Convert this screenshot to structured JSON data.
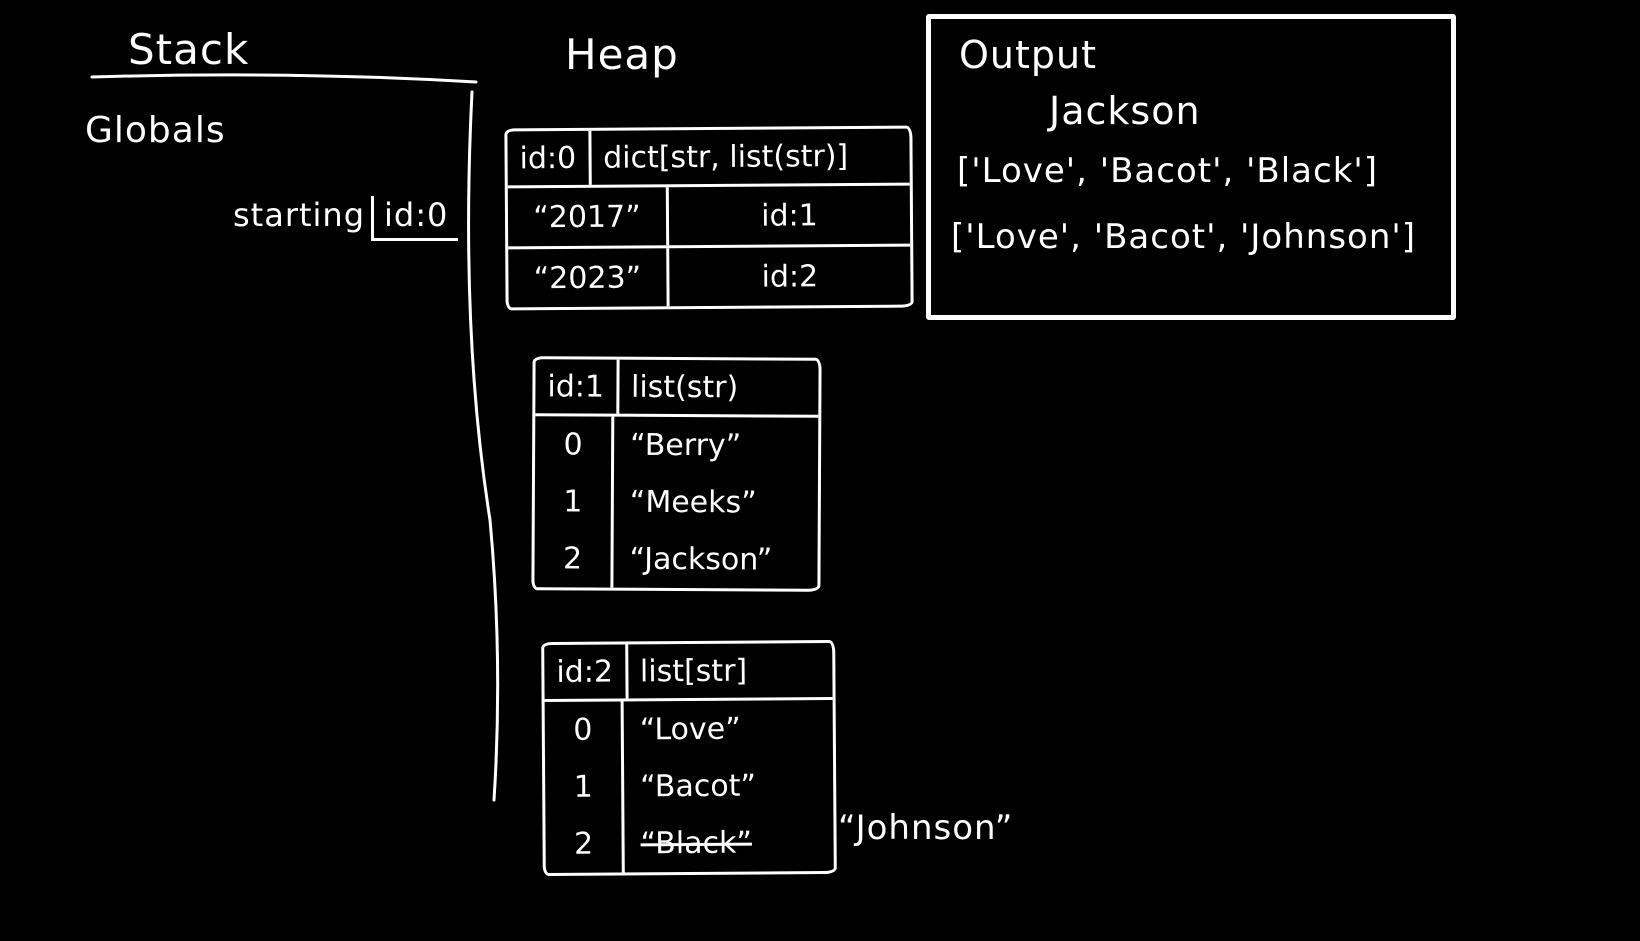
{
  "stack": {
    "title": "Stack",
    "globals_label": "Globals",
    "variable": {
      "name": "starting",
      "value": "id:0"
    }
  },
  "heap": {
    "title": "Heap",
    "objects": [
      {
        "id_label": "id:0",
        "type_label": "dict[str, list(str)]",
        "rows": [
          {
            "key": "“2017”",
            "value": "id:1"
          },
          {
            "key": "“2023”",
            "value": "id:2"
          }
        ]
      },
      {
        "id_label": "id:1",
        "type_label": "list(str)",
        "rows": [
          {
            "key": "0",
            "value": "“Berry”"
          },
          {
            "key": "1",
            "value": "“Meeks”"
          },
          {
            "key": "2",
            "value": "“Jackson”"
          }
        ]
      },
      {
        "id_label": "id:2",
        "type_label": "list[str]",
        "rows": [
          {
            "key": "0",
            "value": "“Love”"
          },
          {
            "key": "1",
            "value": "“Bacot”"
          },
          {
            "key": "2",
            "value": "“Black”"
          }
        ],
        "row2_replacement": "“Johnson”"
      }
    ]
  },
  "output": {
    "title": "Output",
    "lines": [
      "Jackson",
      "['Love', 'Bacot', 'Black']",
      "['Love', 'Bacot', 'Johnson']"
    ]
  }
}
